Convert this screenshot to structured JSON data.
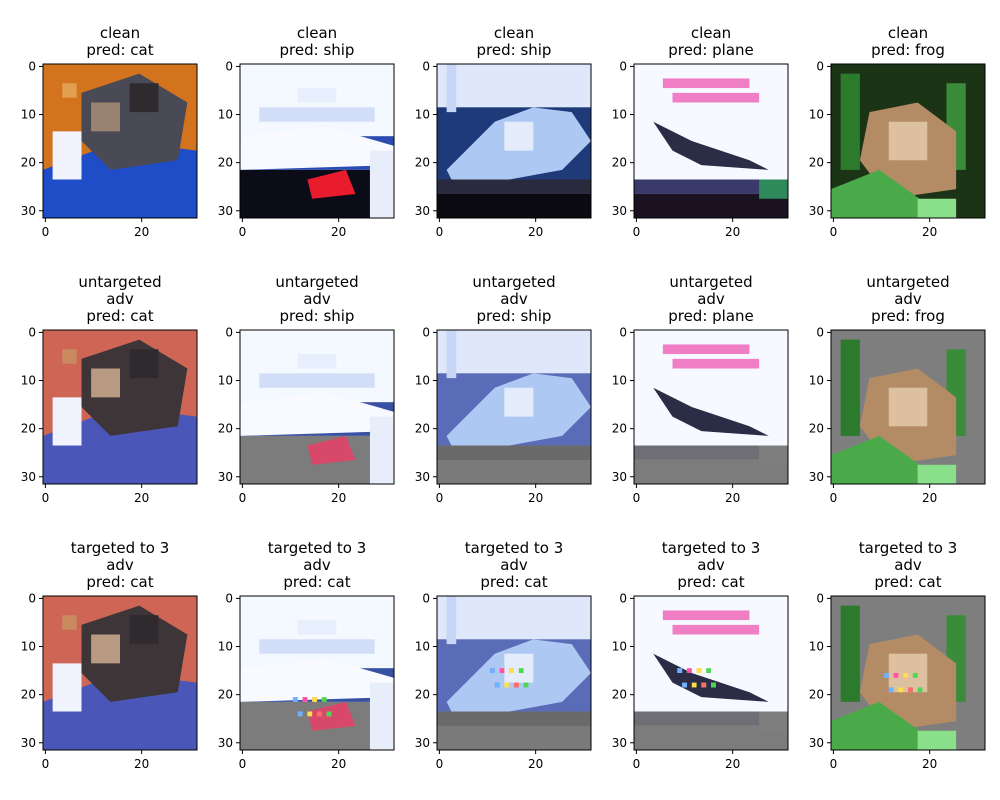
{
  "chart_data": {
    "type": "image-grid",
    "rows": [
      {
        "title_lines": [
          "clean"
        ],
        "panels": [
          {
            "pred": "pred: cat",
            "subject": "cat"
          },
          {
            "pred": "pred: ship",
            "subject": "ship1"
          },
          {
            "pred": "pred: ship",
            "subject": "ship2"
          },
          {
            "pred": "pred: plane",
            "subject": "plane"
          },
          {
            "pred": "pred: frog",
            "subject": "frog"
          }
        ]
      },
      {
        "title_lines": [
          "untargeted",
          "adv"
        ],
        "panels": [
          {
            "pred": "pred: cat",
            "subject": "cat"
          },
          {
            "pred": "pred: ship",
            "subject": "ship1"
          },
          {
            "pred": "pred: ship",
            "subject": "ship2"
          },
          {
            "pred": "pred: plane",
            "subject": "plane"
          },
          {
            "pred": "pred: frog",
            "subject": "frog"
          }
        ]
      },
      {
        "title_lines": [
          "targeted to 3",
          "adv"
        ],
        "panels": [
          {
            "pred": "pred: cat",
            "subject": "cat"
          },
          {
            "pred": "pred: cat",
            "subject": "ship1"
          },
          {
            "pred": "pred: cat",
            "subject": "ship2"
          },
          {
            "pred": "pred: cat",
            "subject": "plane"
          },
          {
            "pred": "pred: cat",
            "subject": "frog"
          }
        ]
      }
    ],
    "x_ticks": [
      0,
      20
    ],
    "y_ticks": [
      0,
      10,
      20,
      30
    ],
    "xlim": [
      -0.5,
      31.5
    ],
    "ylim": [
      31.5,
      -0.5
    ]
  }
}
